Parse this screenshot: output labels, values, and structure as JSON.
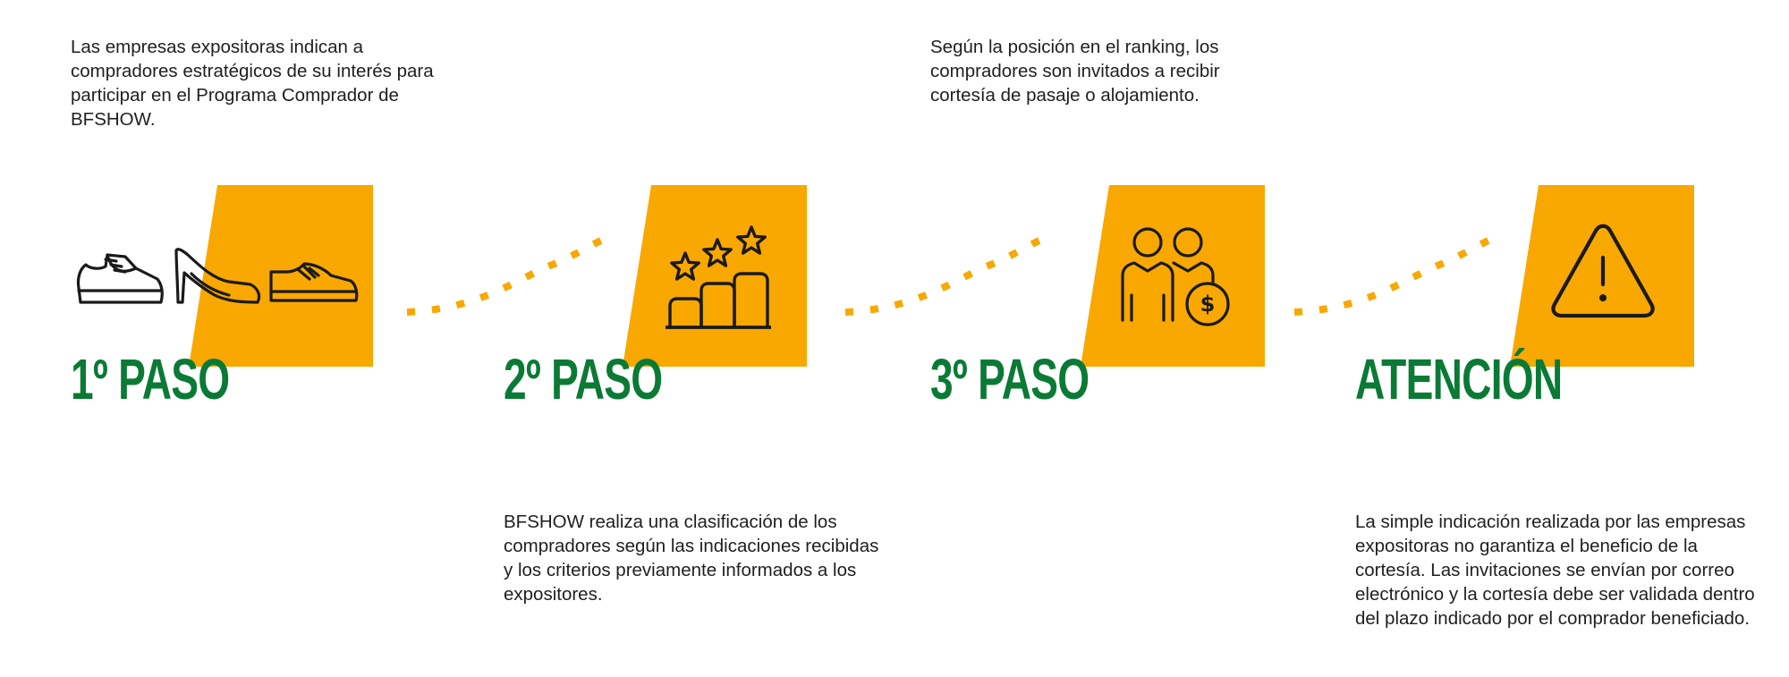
{
  "steps": [
    {
      "title": "1º PASO",
      "text": "Las empresas expositoras indican a compradores estratégicos de su interés para participar en el Programa Comprador de BFSHOW.",
      "icon": "shoes-icon"
    },
    {
      "title": "2º PASO",
      "text": "BFSHOW realiza una clasificación de los compradores según las indicaciones recibidas y los criterios previamente informados a los expositores.",
      "icon": "ranking-stars-icon"
    },
    {
      "title": "3º PASO",
      "text": "Según la posición en el ranking, los compradores son invitados a recibir cortesía de pasaje o alojamiento.",
      "icon": "people-money-icon"
    },
    {
      "title": "ATENCIÓN",
      "text": "La simple indicación realizada por las empresas expositoras no garantiza el beneficio de la cortesía. Las invitaciones se envían por correo electrónico y la cortesía debe ser validada dentro del plazo indicado por el comprador beneficiado.",
      "icon": "warning-icon"
    }
  ],
  "colors": {
    "accent": "#F8A800",
    "title": "#0A7A35",
    "text": "#1F1F1F",
    "icon": "#1A1A1A"
  }
}
